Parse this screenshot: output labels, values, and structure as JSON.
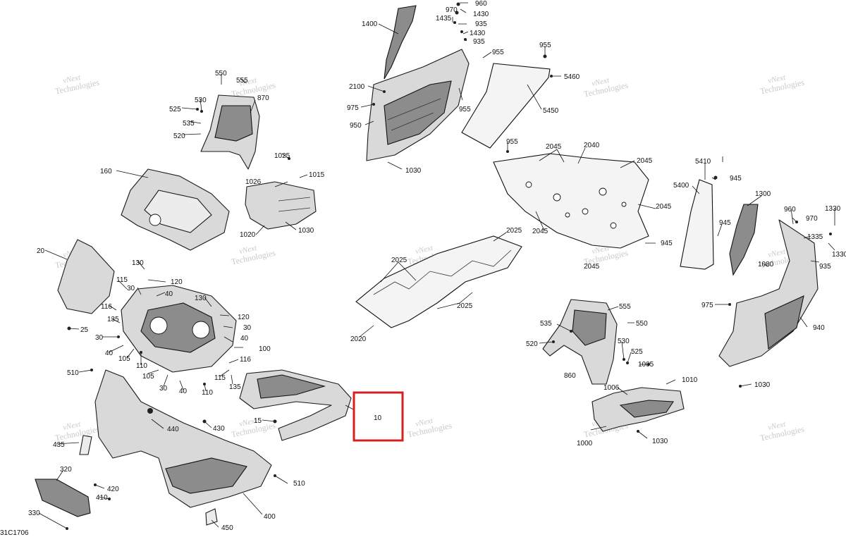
{
  "diagram_ref": "31C1706",
  "watermark": {
    "line1": "vNext",
    "line2": "Technologies",
    "full": "vNext Technologies"
  },
  "highlight": {
    "label": "10",
    "color": "#d62020"
  },
  "callouts": {
    "c960": "960",
    "c970": "970",
    "c1430a": "1430",
    "c1435": "1435",
    "c935a": "935",
    "c1430b": "1430",
    "c935b": "935",
    "c1400": "1400",
    "c955a": "955",
    "c955b": "955",
    "c5460": "5460",
    "c5450": "5450",
    "c2100": "2100",
    "c975a": "975",
    "c955c": "955",
    "c950": "950",
    "c955d": "955",
    "c1030a": "1030",
    "c2045a": "2045",
    "c2040": "2040",
    "c2045b": "2045",
    "c2045c": "2045",
    "c2045d": "2045",
    "c2045e": "2045",
    "c945a": "945",
    "c5410": "5410",
    "c945b": "945",
    "c5400": "5400",
    "c1300": "1300",
    "c960b": "960",
    "c970b": "970",
    "c1330a": "1330",
    "c945c": "945",
    "c1335": "1335",
    "c935c": "935",
    "c1330b": "1330",
    "c1080": "1080",
    "c975b": "975",
    "c940": "940",
    "c1030b": "1030",
    "c550": "550",
    "c555a": "555",
    "c870": "870",
    "c530a": "530",
    "c525a": "525",
    "c535a": "535",
    "c520a": "520",
    "c1025": "1025",
    "c1015": "1015",
    "c1026": "1026",
    "c1020": "1020",
    "c1030c": "1030",
    "c160": "160",
    "c20": "20",
    "c25": "25",
    "c130a": "130",
    "c120a": "120",
    "c115a": "115",
    "c30a": "30",
    "c40a": "40",
    "c116a": "116",
    "c135a": "135",
    "c30b": "30",
    "c40b": "40",
    "c105a": "105",
    "c110a": "110",
    "c130b": "130",
    "c120b": "120",
    "c30c": "30",
    "c40c": "40",
    "c100": "100",
    "c116b": "116",
    "c115b": "115",
    "c135b": "135",
    "c105b": "105",
    "c30d": "30",
    "c40d": "40",
    "c110b": "110",
    "c2025a": "2025",
    "c2025b": "2025",
    "c2025c": "2025",
    "c2020": "2020",
    "c555b": "555",
    "c535b": "535",
    "c550b": "550",
    "c520b": "520",
    "c530b": "530",
    "c525b": "525",
    "c860": "860",
    "c1005": "1005",
    "c1010": "1010",
    "c1006": "1006",
    "c1000": "1000",
    "c1030d": "1030",
    "c510a": "510",
    "c440": "440",
    "c430": "430",
    "c15": "15",
    "c435": "435",
    "c320": "320",
    "c420": "420",
    "c410": "410",
    "c510b": "510",
    "c330": "330",
    "c400": "400",
    "c450": "450"
  }
}
